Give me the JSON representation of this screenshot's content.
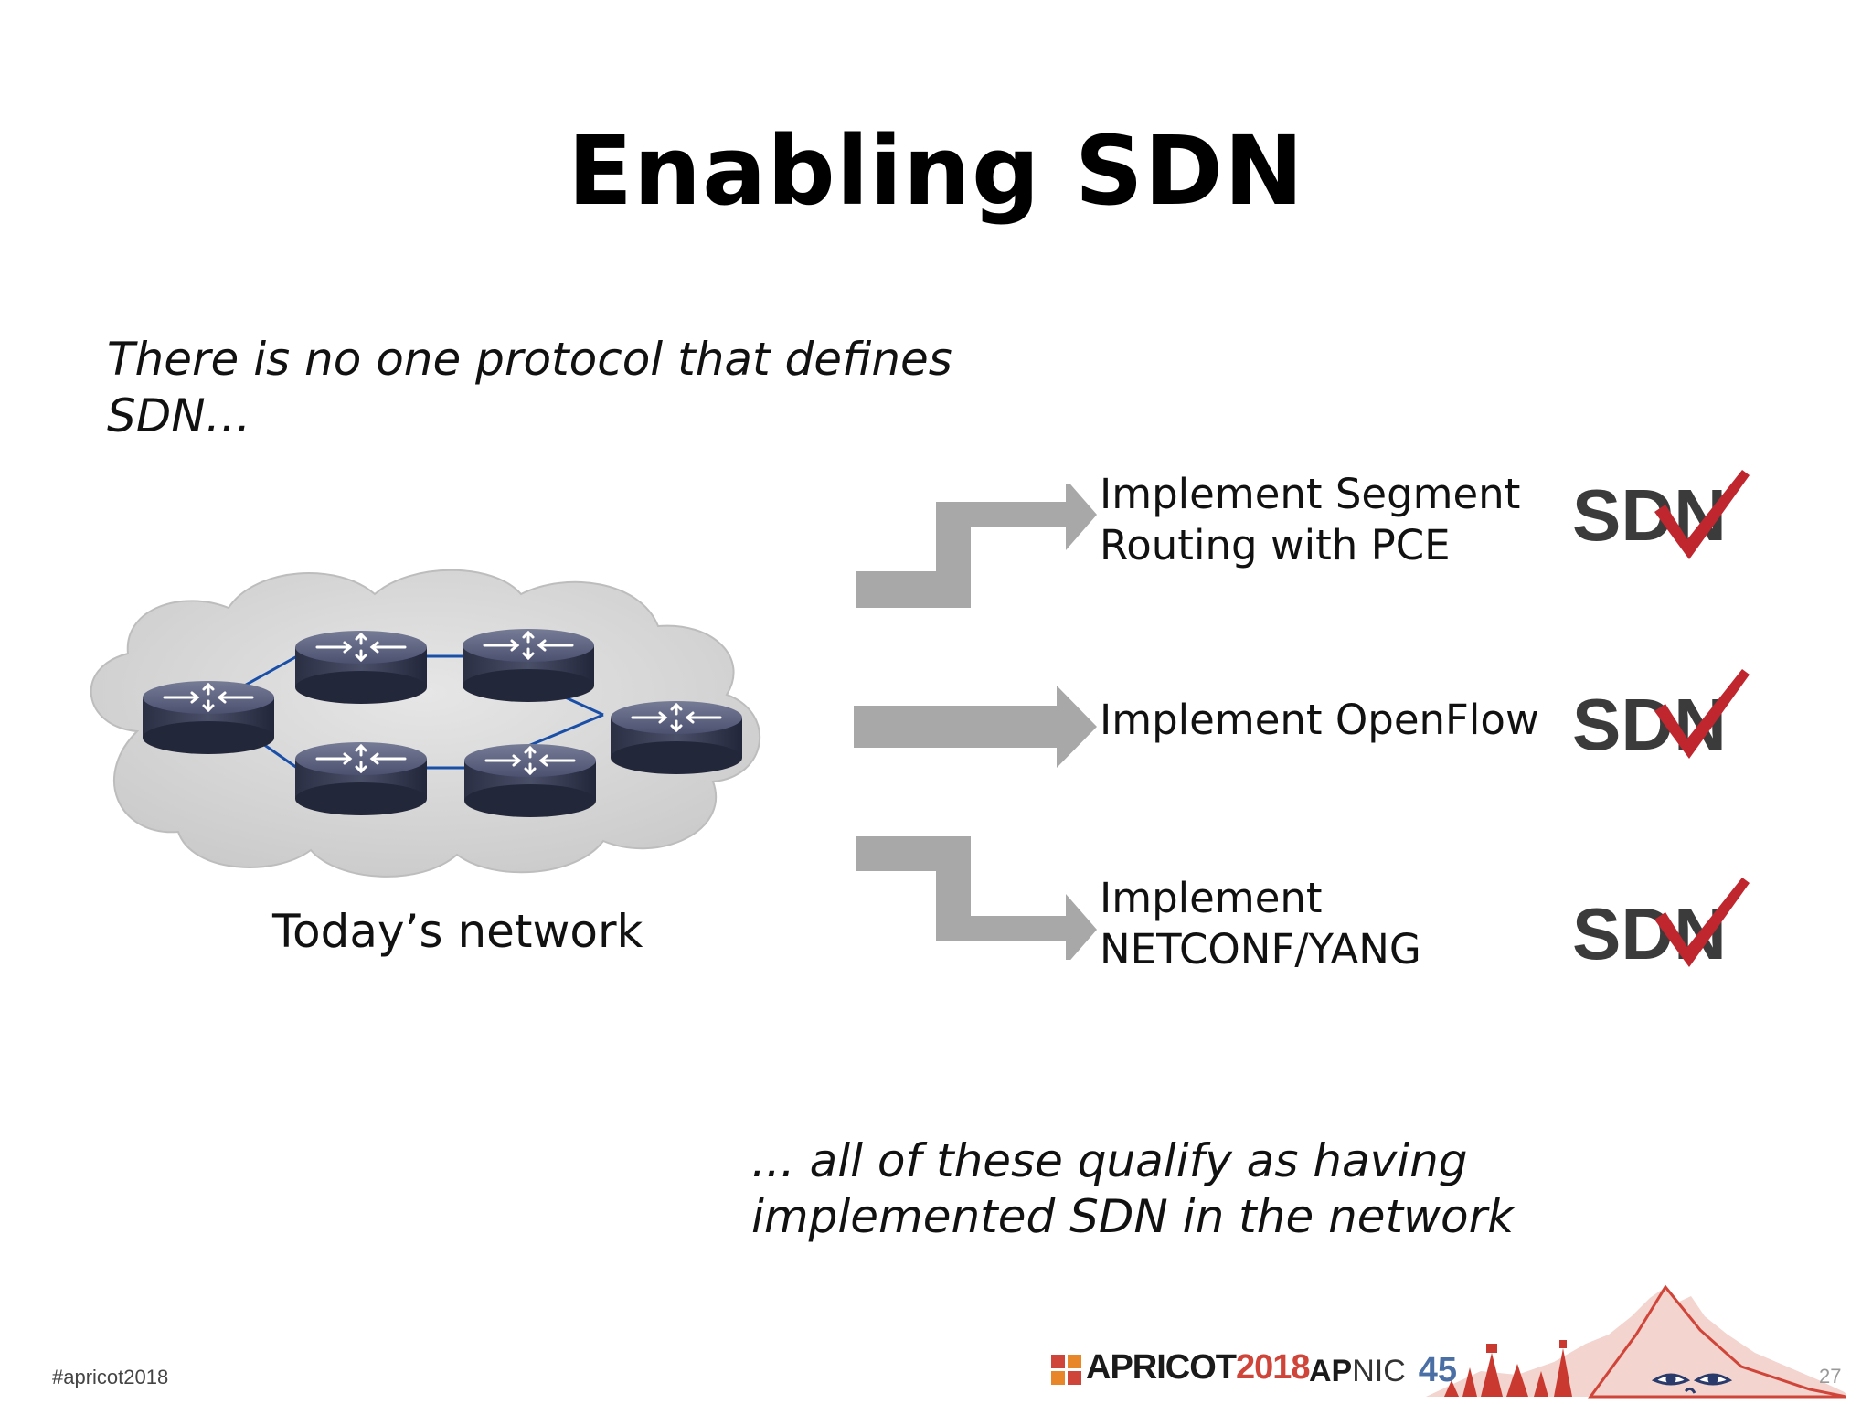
{
  "slide": {
    "title": "Enabling SDN",
    "intro": "There is no one protocol that defines SDN…",
    "network_caption": "Today’s network",
    "options": [
      {
        "label": "Implement Segment Routing with PCE",
        "badge": "SDN"
      },
      {
        "label": "Implement OpenFlow",
        "badge": "SDN"
      },
      {
        "label": "Implement NETCONF/YANG",
        "badge": "SDN"
      }
    ],
    "conclusion": "... all of these qualify as having implemented SDN in the network"
  },
  "footer": {
    "hashtag": "#apricot2018",
    "event_brand": "APRICOT",
    "event_year": "2018",
    "apnic_ap": "AP",
    "apnic_nic": "NIC",
    "apnic_number": "45",
    "page_number": "27"
  },
  "colors": {
    "arrow": "#a8a8a8",
    "check": "#c0262d",
    "router_link": "#1a4fa8",
    "sdn_text": "#3b3b3b",
    "accent": "#d0453a"
  }
}
